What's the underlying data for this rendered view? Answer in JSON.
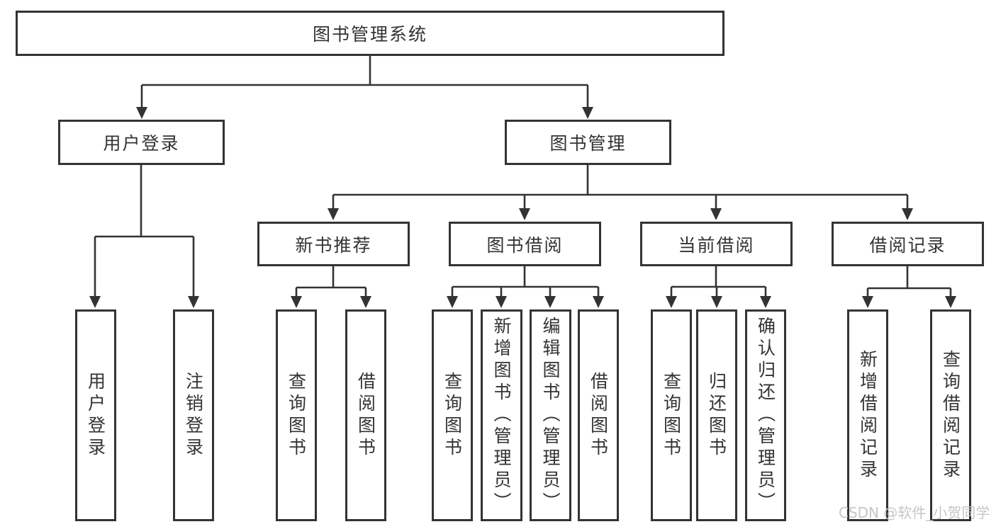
{
  "colors": {
    "line": "#333333",
    "text": "#333333",
    "watermark": "#c6c6c6",
    "background": "#ffffff"
  },
  "watermark": "CSDN @软件_小贺同学",
  "tree": {
    "label": "图书管理系统",
    "children": [
      {
        "label": "用户登录",
        "children": [
          {
            "label": "用户登录"
          },
          {
            "label": "注销登录"
          }
        ]
      },
      {
        "label": "图书管理",
        "children": [
          {
            "label": "新书推荐",
            "children": [
              {
                "label": "查询图书"
              },
              {
                "label": "借阅图书"
              }
            ]
          },
          {
            "label": "图书借阅",
            "children": [
              {
                "label": "查询图书"
              },
              {
                "label": "新增图书（管理员）"
              },
              {
                "label": "编辑图书（管理员）"
              },
              {
                "label": "借阅图书"
              }
            ]
          },
          {
            "label": "当前借阅",
            "children": [
              {
                "label": "查询图书"
              },
              {
                "label": "归还图书"
              },
              {
                "label": "确认归还（管理员）"
              }
            ]
          },
          {
            "label": "借阅记录",
            "children": [
              {
                "label": "新增借阅记录"
              },
              {
                "label": "查询借阅记录"
              }
            ]
          }
        ]
      }
    ]
  }
}
